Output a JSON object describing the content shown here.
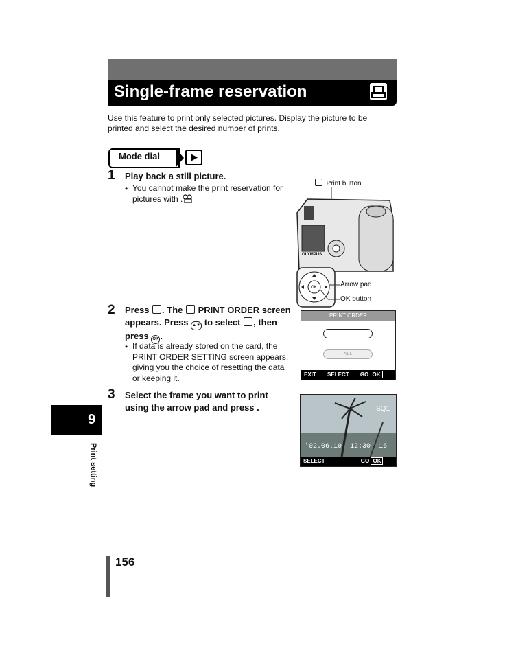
{
  "title": "Single-frame reservation",
  "intro": "Use this feature to print only selected pictures. Display the picture to be printed and select the desired number of prints.",
  "mode_dial": "Mode dial",
  "steps": [
    {
      "num": "1",
      "head": "Play back a still picture.",
      "bullet": "You cannot make the print reservation for pictures with ."
    },
    {
      "num": "2",
      "head_a": "Press ",
      "head_b": ". The ",
      "head_c": " PRINT ORDER screen appears. Press ",
      "head_d": " to select ",
      "head_e": ", then press ",
      "head_f": ".",
      "bullet": "If data is already stored on the card, the  PRINT ORDER SETTING screen appears, giving you the choice of resetting the data or keeping it."
    },
    {
      "num": "3",
      "head": "Select the frame you want to print using the arrow pad and press ."
    }
  ],
  "callouts": {
    "print_button": "Print button",
    "arrow_pad": "Arrow pad",
    "ok_button": "OK button"
  },
  "screen1": {
    "title": "PRINT ORDER",
    "footer_exit": "EXIT",
    "footer_select": "SELECT",
    "footer_go": "GO",
    "ok": "OK",
    "option_all": "ALL"
  },
  "screen2": {
    "frame": "SQ1",
    "date": "'02.06.10",
    "time": "12:30",
    "num": "16",
    "footer_select": "SELECT",
    "footer_go": "GO",
    "ok": "OK"
  },
  "chapter": "9",
  "side_label": "Print setting",
  "page_number": "156"
}
